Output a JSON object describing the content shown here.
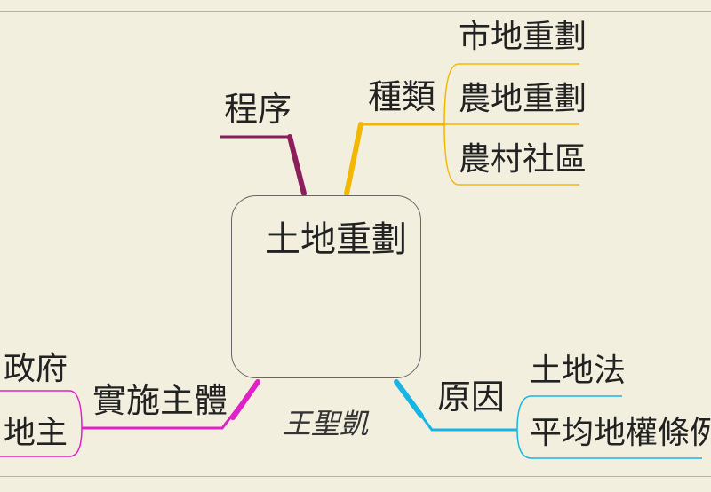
{
  "center": {
    "label": "土地重劃"
  },
  "branches": {
    "procedure": {
      "label": "程序",
      "color": "#8b1e5b"
    },
    "types": {
      "label": "種類",
      "color": "#f2b800",
      "children": [
        "市地重劃",
        "農地重劃",
        "農村社區"
      ]
    },
    "implementer": {
      "label": "實施主體",
      "color": "#e020c8",
      "children": [
        "政府",
        "地主"
      ]
    },
    "reason": {
      "label": "原因",
      "color": "#17b5e6",
      "children": [
        "土地法",
        "平均地權條例"
      ]
    }
  },
  "signature": "王聖凱"
}
